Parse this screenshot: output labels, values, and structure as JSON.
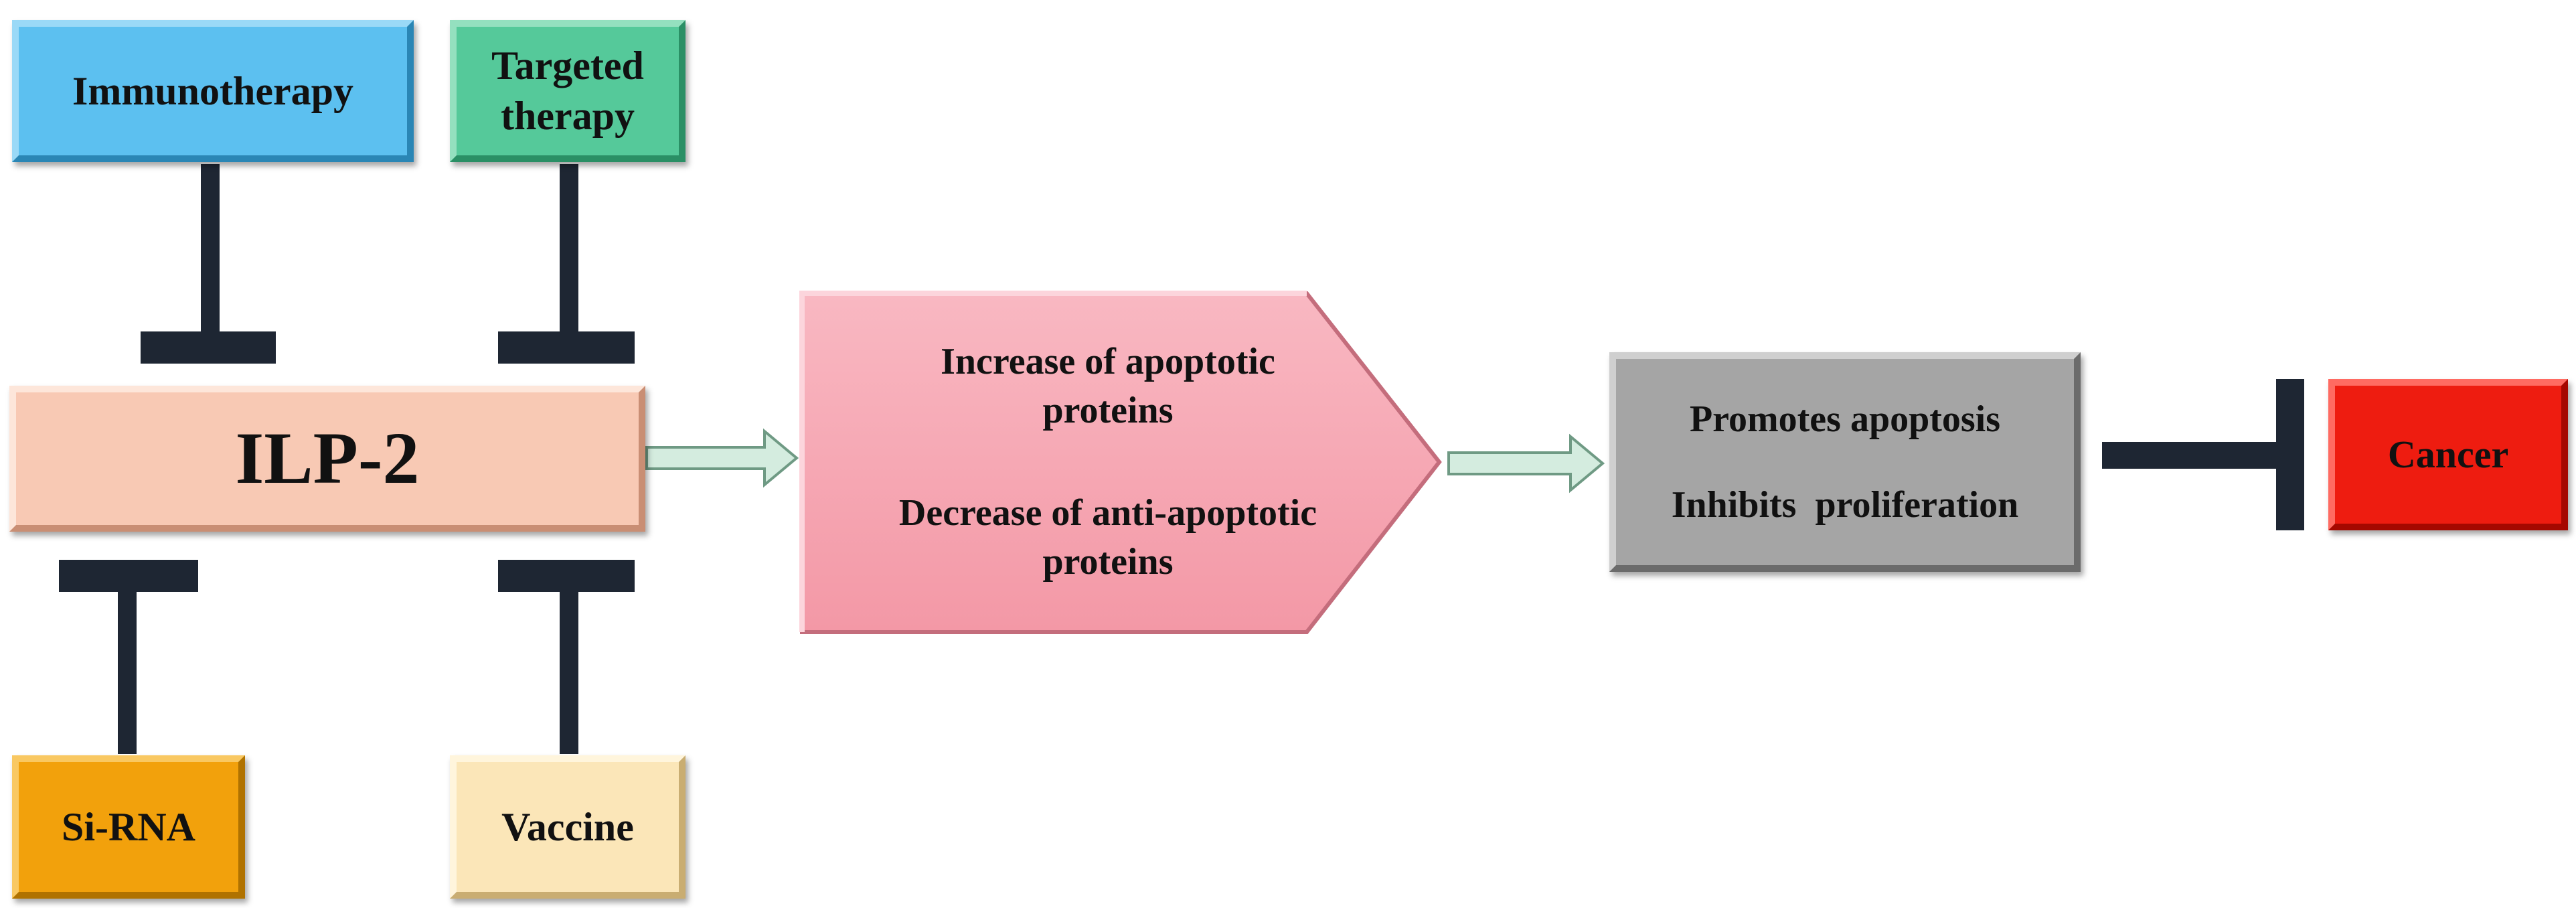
{
  "nodes": {
    "immunotherapy": "Immunotherapy",
    "targeted_therapy": "Targeted therapy",
    "ilp2": "ILP-2",
    "sirna": "Si-RNA",
    "vaccine": "Vaccine",
    "protein_changes": {
      "increase": "Increase of apoptotic proteins",
      "decrease": "Decrease of anti-apoptotic proteins"
    },
    "outcomes": {
      "promotes": "Promotes apoptosis",
      "inhibits": "Inhibits  proliferation"
    },
    "cancer": "Cancer"
  },
  "colors": {
    "immunotherapy": "#5cc0f0",
    "targeted_therapy": "#55c99a",
    "ilp2": "#f8c9b4",
    "sirna": "#f2a10c",
    "vaccine": "#fbe6b8",
    "protein_changes": "#f7a7b2",
    "outcomes": "#a5a5a5",
    "cancer": "#ee1c10",
    "inhibitor": "#1e2633",
    "activation_arrow": "#d4ecdf"
  },
  "edges": [
    {
      "from": "immunotherapy",
      "to": "ilp2",
      "type": "inhibits"
    },
    {
      "from": "targeted_therapy",
      "to": "ilp2",
      "type": "inhibits"
    },
    {
      "from": "sirna",
      "to": "ilp2",
      "type": "inhibits"
    },
    {
      "from": "vaccine",
      "to": "ilp2",
      "type": "inhibits"
    },
    {
      "from": "ilp2",
      "to": "protein_changes",
      "type": "leads-to"
    },
    {
      "from": "protein_changes",
      "to": "outcomes",
      "type": "leads-to"
    },
    {
      "from": "outcomes",
      "to": "cancer",
      "type": "inhibits"
    }
  ]
}
